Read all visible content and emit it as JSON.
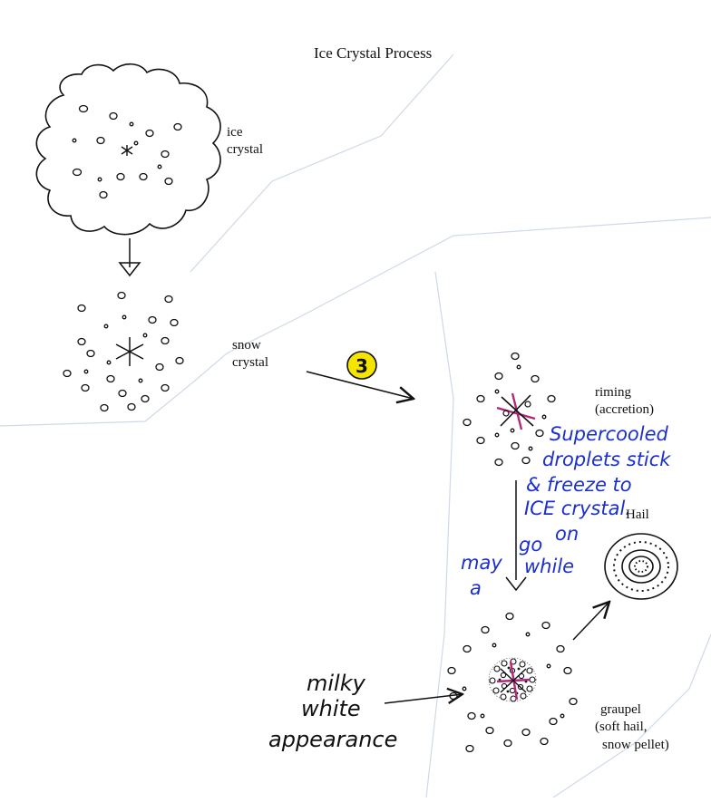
{
  "title": "Ice Crystal Process",
  "labels": {
    "ice_crystal": [
      "ice",
      "crystal"
    ],
    "snow_crystal": [
      "snow",
      "crystal"
    ],
    "riming": [
      "riming",
      "(accretion)"
    ],
    "hail": "Hail",
    "graupel": [
      "graupel",
      "(soft hail,",
      "snow pellet)"
    ]
  },
  "badge": "3",
  "annotations": {
    "supercooled": [
      "Supercooled",
      "droplets stick",
      "& freeze to",
      "ICE crystal."
    ],
    "may_go_on": [
      "may",
      "go",
      "on",
      "a",
      "while"
    ],
    "milky": [
      "milky",
      "white",
      "appearance"
    ]
  },
  "colors": {
    "ink": "#111111",
    "blue_ink": "#1a2fd0",
    "magenta_ink": "#b0287a",
    "badge_fill": "#f5e400",
    "paper_edge": "#cfd9e8"
  }
}
